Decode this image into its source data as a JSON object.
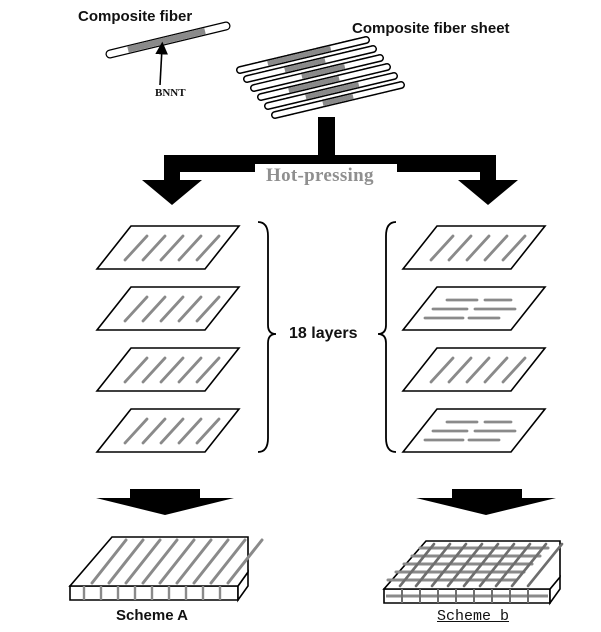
{
  "labels": {
    "composite_fiber": "Composite fiber",
    "composite_fiber_sheet": "Composite fiber sheet",
    "bnnt": "BNNT",
    "hot_pressing": "Hot-pressing",
    "layers": "18 layers",
    "scheme_a": "Scheme A",
    "scheme_b": "Scheme  b"
  },
  "stacks": {
    "left": [
      "diagonal",
      "diagonal",
      "diagonal",
      "diagonal"
    ],
    "right": [
      "diagonal",
      "horizontal",
      "diagonal",
      "horizontal"
    ]
  },
  "colors": {
    "fiber_gray": "#8a8a8a",
    "arrow_black": "#000000",
    "hot_pressing_gray": "#8f8f8f"
  }
}
